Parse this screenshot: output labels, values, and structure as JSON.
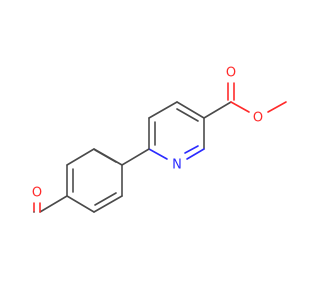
{
  "molecule": {
    "atom_labels": {
      "ester_carbonyl_oxygen": "O",
      "ester_ether_oxygen": "O",
      "aldehyde_oxygen": "O",
      "ring_nitrogen": "N"
    },
    "colors": {
      "bond": "#4a4a4a",
      "oxygen": "#ff2a2a",
      "nitrogen": "#2b2bff",
      "background": "#ffffff"
    }
  }
}
